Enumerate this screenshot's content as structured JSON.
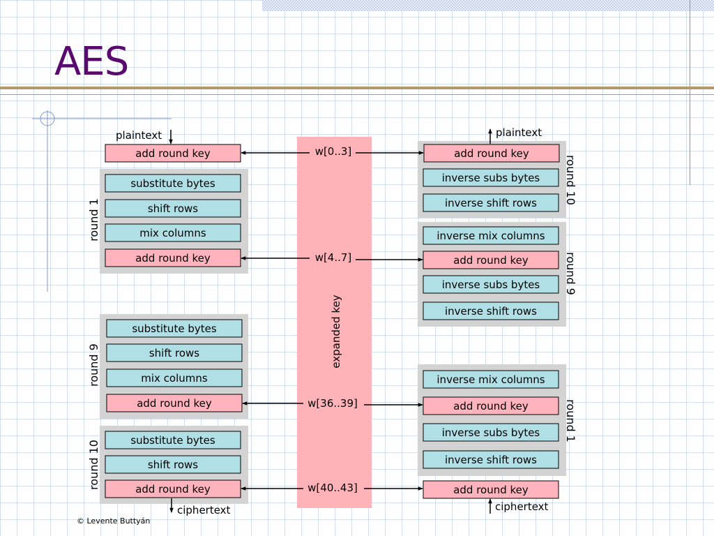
{
  "slide": {
    "title": "AES"
  },
  "diagram": {
    "expanded_key_label": "expanded key",
    "copyright": "© Levente Buttyán",
    "encryption": {
      "input_label": "plaintext",
      "output_label": "ciphertext",
      "initial": "add round key",
      "rounds": [
        {
          "label": "round 1",
          "steps": [
            "substitute bytes",
            "shift rows",
            "mix columns",
            "add round key"
          ]
        },
        {
          "label": "round 9",
          "steps": [
            "substitute bytes",
            "shift rows",
            "mix columns",
            "add round key"
          ]
        },
        {
          "label": "round 10",
          "steps": [
            "substitute bytes",
            "shift rows",
            "add round key"
          ]
        }
      ]
    },
    "decryption": {
      "output_label": "plaintext",
      "input_label": "ciphertext",
      "final": "add round key",
      "initial": "add round key",
      "rounds": [
        {
          "label": "round 10",
          "steps": [
            "inverse subs bytes",
            "inverse shift rows"
          ]
        },
        {
          "label": "round 9",
          "steps": [
            "inverse mix columns",
            "add round key",
            "inverse subs bytes",
            "inverse shift rows"
          ]
        },
        {
          "label": "round 1",
          "steps": [
            "inverse mix columns",
            "add round key",
            "inverse subs bytes",
            "inverse shift rows"
          ]
        }
      ]
    },
    "key_words": [
      "w[0..3]",
      "w[4..7]",
      "w[36..39]",
      "w[40..43]"
    ],
    "colors": {
      "add_round_key": "#ffb3bc",
      "other_step": "#b0dfe6",
      "round_group": "#d3d3d3",
      "expanded_key_bar": "#ffb3b8",
      "title": "#5a0a6e",
      "rule": "#b39a6b"
    }
  }
}
